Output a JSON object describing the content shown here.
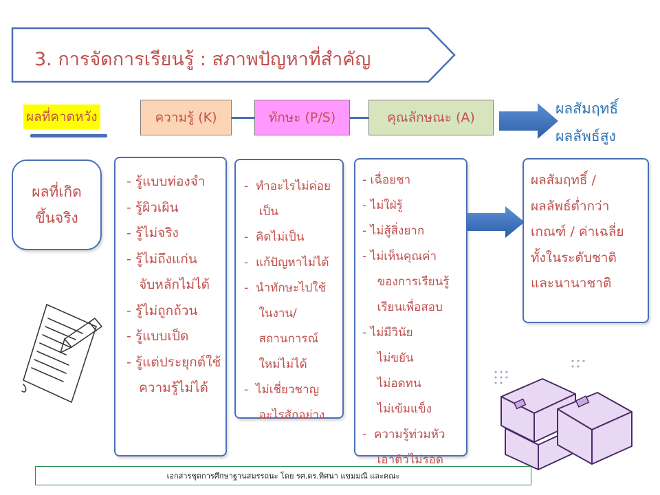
{
  "title": "3. การจัดการเรียนรู้ : สภาพปัญหาที่สำคัญ",
  "expected_label": "ผลที่คาดหวัง",
  "boxes": {
    "k": "ความรู้ (K)",
    "ps": "ทักษะ (P/S)",
    "a": "คุณลักษณะ (A)"
  },
  "result_top": {
    "line1": "ผลสัมฤทธิ์",
    "line2": "ผลลัพธ์สูง"
  },
  "actual_label": {
    "line1": "ผลที่เกิด",
    "line2": "ขึ้นจริง"
  },
  "knowledge_items": [
    "- รู้แบบท่องจำ",
    "- รู้ผิวเผิน",
    "- รู้ไม่จริง",
    "- รู้ไม่ถึงแก่น",
    "   จับหลักไม่ได้",
    "- รู้ไม่ถูกถ้วน",
    "- รู้แบบเป็ด",
    "- รู้แต่ประยุกต์ใช้",
    "   ความรู้ไม่ได้"
  ],
  "skill_items": [
    "-  ทำอะไรไม่ค่อย",
    "    เป็น",
    "-  คิดไม่เป็น",
    "-  แก้ปัญหาไม่ได้",
    "-  นำทักษะไปใช้",
    "    ในงาน/",
    "    สถานการณ์",
    "    ใหม่ไม่ได้",
    "-  ไม่เชี่ยวชาญ",
    "    อะไรสักอย่าง"
  ],
  "attribute_items": [
    "- เฉื่อยชา",
    "- ไม่ใฝ่รู้",
    "- ไม่สู้สิ่งยาก",
    "- ไม่เห็นคุณค่า",
    "    ของการเรียนรู้",
    "    เรียนเพื่อสอบ",
    "- ไม่มีวินัย",
    "    ไม่ขยัน",
    "    ไม่อดทน",
    "    ไม่เข้มแข็ง",
    "-  ความรู้ท่วมหัว",
    "    เอาตัวไม่รอด"
  ],
  "result_items": [
    "ผลสัมฤทธิ์ /",
    "ผลลัพธ์ต่ำกว่า",
    "เกณฑ์ / ค่าเฉลี่ย",
    "ทั้งในระดับชาติ",
    "และนานาชาติ"
  ],
  "footer": "เอกสารชุดการศึกษาฐานสมรรถนะ โดย รศ.ดร.ทิศนา แขมมณี และคณะ",
  "colors": {
    "accent_red": "#c0504d",
    "blue": "#2e74b5",
    "border_blue": "#4a6fb5",
    "k_fill": "#fbd5b5",
    "ps_fill": "#ff99ff",
    "a_fill": "#d7e4bc",
    "label_fill": "#ffff00"
  },
  "icons": {
    "document": "document-pen-icon",
    "boxes": "boxes-icon",
    "arrow": "right-arrow-icon"
  }
}
